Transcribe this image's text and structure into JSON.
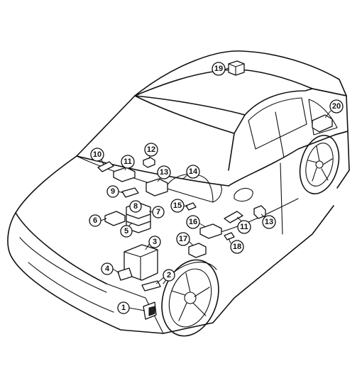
{
  "diagram": {
    "callouts": [
      {
        "id": 1,
        "label": "1"
      },
      {
        "id": 2,
        "label": "2"
      },
      {
        "id": 3,
        "label": "3"
      },
      {
        "id": 4,
        "label": "4"
      },
      {
        "id": 5,
        "label": "5"
      },
      {
        "id": 6,
        "label": "6"
      },
      {
        "id": 7,
        "label": "7"
      },
      {
        "id": 8,
        "label": "8"
      },
      {
        "id": 9,
        "label": "9"
      },
      {
        "id": 10,
        "label": "10"
      },
      {
        "id": 11,
        "label": "11"
      },
      {
        "id": 12,
        "label": "12"
      },
      {
        "id": 13,
        "label": "13"
      },
      {
        "id": 14,
        "label": "14"
      },
      {
        "id": 15,
        "label": "15"
      },
      {
        "id": 16,
        "label": "16"
      },
      {
        "id": 17,
        "label": "17"
      },
      {
        "id": 18,
        "label": "18"
      },
      {
        "id": 19,
        "label": "19"
      },
      {
        "id": 20,
        "label": "20"
      },
      {
        "id": 21,
        "label": "11"
      },
      {
        "id": 22,
        "label": "13"
      }
    ]
  }
}
